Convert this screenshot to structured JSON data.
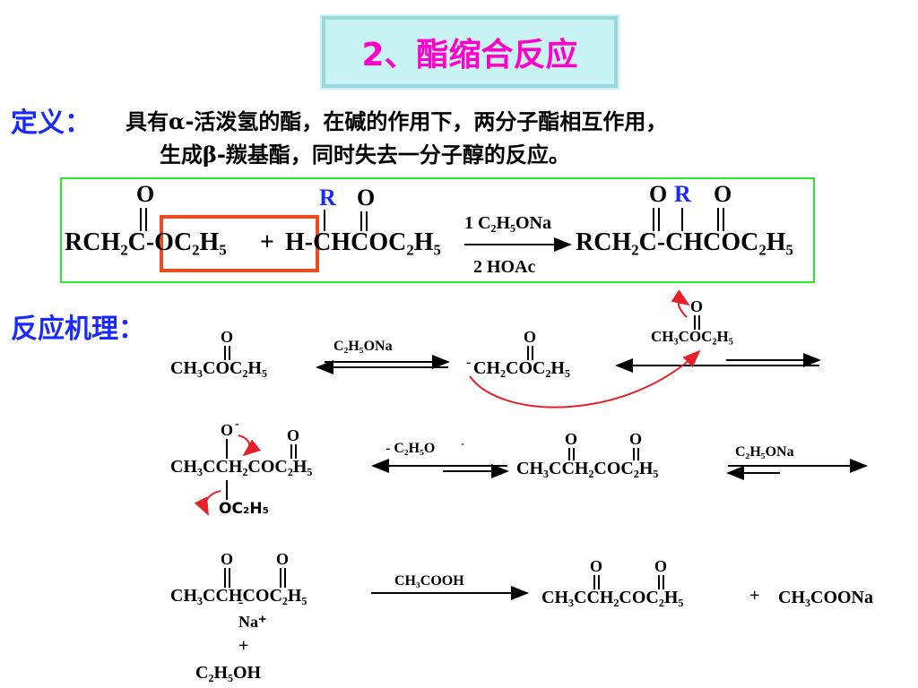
{
  "title": "2、酯缩合反应",
  "definition": {
    "label": "定义：",
    "line1_pre": "具有",
    "line1_greek": "α",
    "line1_post": "-活泼氢的酯，在碱的作用下，两分子酯相互作用，",
    "line2_pre": "生成",
    "line2_greek": "β",
    "line2_post": "-羰基酯，同时失去一分子醇的反应。"
  },
  "equation": {
    "reactant1": "RCH₂C-OC₂H₅",
    "plus": "+",
    "reactant2": "H-CHCOC₂H₅",
    "top_O1": "O",
    "top_R": "R",
    "top_O2": "O",
    "cond_top": "1 C₂H₅ONa",
    "cond_bottom": "2 HOAc",
    "product": "RCH₂C-CHCOC₂H₅",
    "prod_O1": "O",
    "prod_R": "R",
    "prod_O2": "O"
  },
  "mechanism": {
    "label": "反应机理：",
    "step1": {
      "ester": "CH₃COC₂H₅",
      "O": "O",
      "reagent": "C₂H₅ONa",
      "enolate": "CH₂COC₂H₅",
      "enolate_charge": "-",
      "enolate_O": "O",
      "ester2": "CH₃COC₂H₅",
      "ester2_O": "O"
    },
    "step2": {
      "intermediate": "CH₃CCH₂COC₂H₅",
      "O_minus": "O",
      "O_minus_charge": "-",
      "O2": "O",
      "OEt": "OC₂H₅",
      "eliminate": "- C₂H₅O",
      "eliminate_charge": "-",
      "product": "CH₃CCH₂COC₂H₅",
      "prod_O1": "O",
      "prod_O2": "O",
      "reagent": "C₂H₅ONa"
    },
    "step3": {
      "enolate": "CH₃CCHCOC₂H₅",
      "O1": "O",
      "O2": "O",
      "charge": "-",
      "counterion": "Na⁺",
      "plus": "+",
      "ethanol": "C₂H₅OH",
      "reagent": "CH₃COOH",
      "product": "CH₃CCH₂COC₂H₅",
      "prod_O1": "O",
      "prod_O2": "O",
      "plus2": "+",
      "salt": "CH₃COONa"
    }
  },
  "colors": {
    "title_text": "#ff00cc",
    "title_bg": "#c8f3f4",
    "label_blue": "#1a2aff",
    "box_green": "#2ee82e",
    "box_red": "#f04a23",
    "arrow_red": "#e8202a"
  }
}
